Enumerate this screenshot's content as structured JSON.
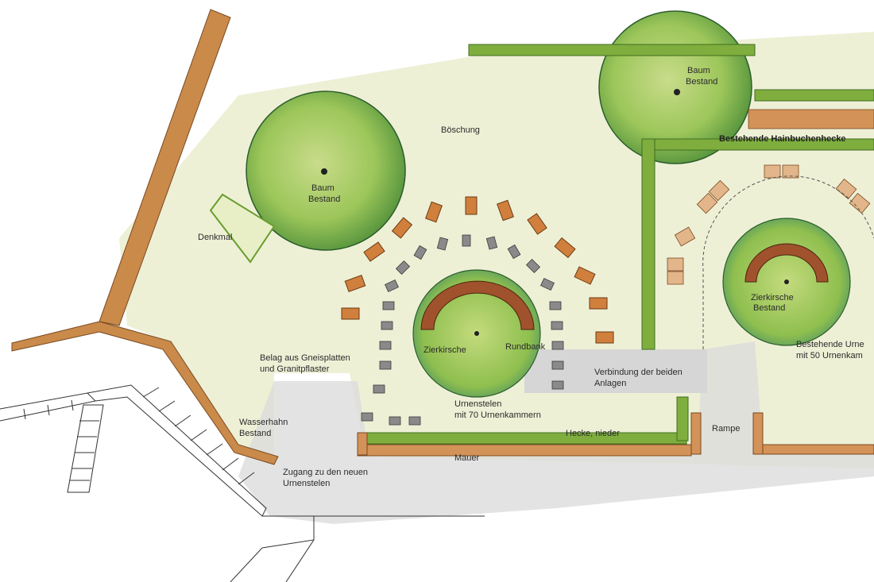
{
  "labels": {
    "boeschung": "Böschung",
    "baum1_line1": "Baum",
    "baum1_line2": "Bestand",
    "baum2_line1": "Baum",
    "baum2_line2": "Bestand",
    "denkmal": "Denkmal",
    "hainbuchenhecke": "Bestehende Hainbuchenhecke",
    "zierkirsche": "Zierkirsche",
    "rundbank": "Rundbank",
    "zierkirsche2_line1": "Zierkirsche",
    "zierkirsche2_line2": "Bestand",
    "belag_line1": "Belag aus Gneisplatten",
    "belag_line2": "und Granitpflaster",
    "verbindung_line1": "Verbindung der beiden",
    "verbindung_line2": "Anlagen",
    "urnenstelen_line1": "Urnenstelen",
    "urnenstelen_line2": "mit 70 Urnenkammern",
    "bestehende_urnen_line1": "Bestehende Urne",
    "bestehende_urnen_line2": "mit 50 Urnenkam",
    "wasserhahn_line1": "Wasserhahn",
    "wasserhahn_line2": "Bestand",
    "hecke": "Hecke, nieder",
    "rampe": "Rampe",
    "mauer": "Mauer",
    "zugang_line1": "Zugang zu den neuen",
    "zugang_line2": "Urnenstelen"
  },
  "colors": {
    "lawn": "#eef0d6",
    "tree": "#8fbf4e",
    "tree_dark": "#5f9a35",
    "hedge": "#6a9d2e",
    "brick": "#c98a4a",
    "stele": "#7a7a7a",
    "paving": "#d9d9d9",
    "bench": "#a0522d"
  }
}
